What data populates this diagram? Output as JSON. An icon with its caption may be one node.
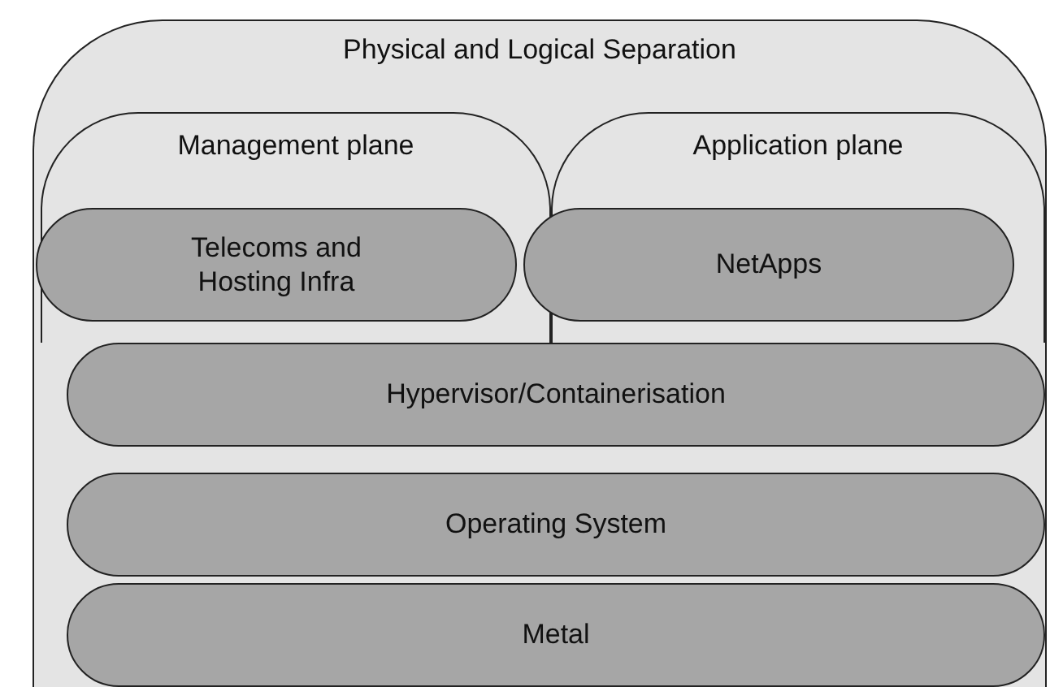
{
  "diagram": {
    "nodes": [
      {
        "text": [
          "Physical and Logical Separation"
        ]
      },
      {
        "text": [
          "Management plane"
        ],
        "in": 0
      },
      {
        "text": [
          "Application plane"
        ],
        "in": 0
      },
      {
        "text": [
          "Telecoms and Hosting Infra"
        ],
        "in": 1
      },
      {
        "text": [
          "NetApps"
        ],
        "in": 2
      },
      {
        "text": [
          "Hypervisor/Containerisation"
        ],
        "in": 0
      },
      {
        "text": [
          "Operating System"
        ],
        "in": 0
      },
      {
        "text": [
          "Metal"
        ],
        "in": 0
      }
    ],
    "edges": []
  }
}
